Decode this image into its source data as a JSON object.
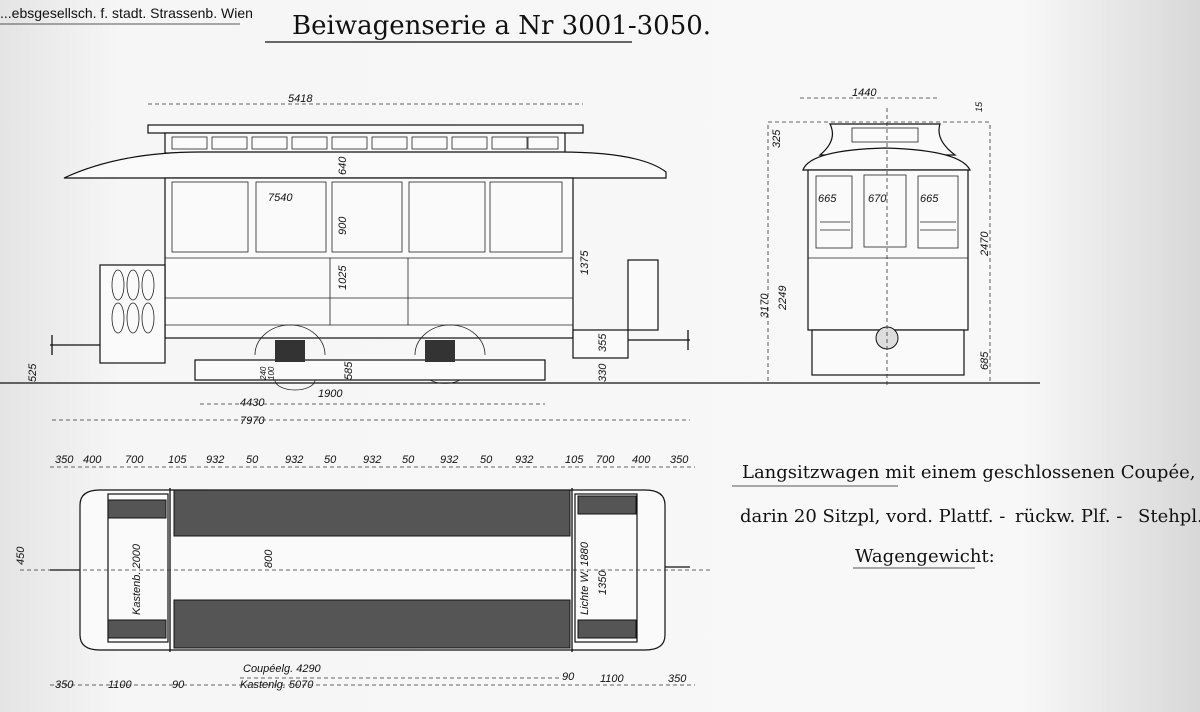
{
  "header": {
    "company": "...ebsgesellsch. f. stadt. Strassenb. Wien",
    "title": "Beiwagenserie a  Nr 3001-3050."
  },
  "description": {
    "line1": "Langsitzwagen mit einem geschlossenen Coupée,",
    "line2": "darin 20 Sitzpl, vord. Plattf. -",
    "line2b": "rückw. Plf. -",
    "line2c": "Stehpl.",
    "line3": "Wagengewicht:"
  },
  "side_view": {
    "roof_length": "5418",
    "window": "7540",
    "d640": "640",
    "d900": "900",
    "d1025": "1025",
    "d1375": "1375",
    "d355": "355",
    "d330": "330",
    "d585": "585",
    "d240": "240",
    "d100": "100",
    "wheelbase": "1900",
    "d4430": "4430",
    "overall": "7970",
    "d525": "525"
  },
  "end_view": {
    "width": "1440",
    "d15": "15",
    "d325": "325",
    "win_left": "665",
    "win_mid": "670",
    "win_right": "665",
    "d2470": "2470",
    "d3170": "3170",
    "d2249": "2249",
    "d685": "685"
  },
  "plan_view": {
    "top_dims": [
      "350",
      "400",
      "700",
      "105",
      "932",
      "50",
      "932",
      "50",
      "932",
      "50",
      "932",
      "50",
      "932",
      "105",
      "700",
      "400",
      "350"
    ],
    "d450": "450",
    "d800": "800",
    "kastenbreite": "Kastenb. 2000",
    "lichte_weite": "Lichte W. 1880",
    "d1350": "1350",
    "bottom_left": [
      "350",
      "1100",
      "90"
    ],
    "bottom_right": [
      "90",
      "1100",
      "350"
    ],
    "coupe_length": "Coupéelg. 4290",
    "body_length": "Kastenlg. 5070"
  }
}
